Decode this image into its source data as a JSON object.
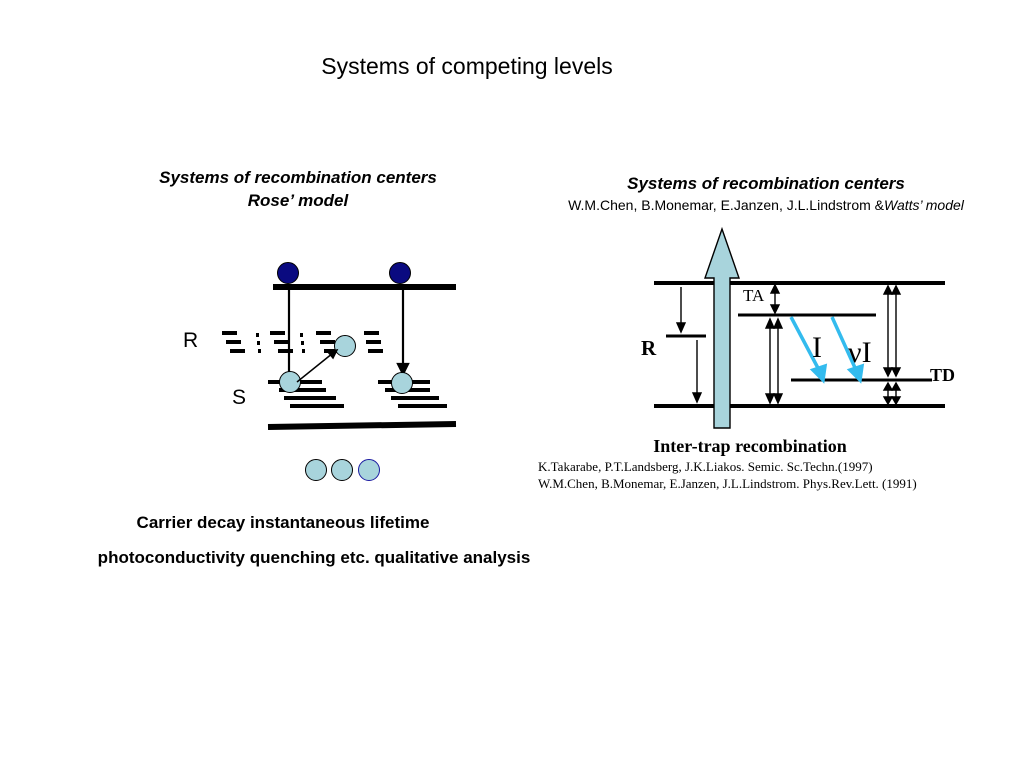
{
  "title": "Systems of competing levels",
  "left_panel": {
    "title_line1": "Systems of recombination centers",
    "title_line2": "Rose’ model",
    "label_R": "R",
    "label_S": "S"
  },
  "right_panel": {
    "title": "Systems of recombination centers",
    "authors": "W.M.Chen, B.Monemar, E.Janzen, J.L.Lindstrom &",
    "authors_model": "Watts’ model",
    "label_R": "R",
    "label_TA": "TA",
    "label_TD": "TD",
    "label_I": "I",
    "label_nu": "ν",
    "label_I2": "I",
    "caption": "Inter-trap recombination",
    "references": [
      "K.Takarabe, P.T.Landsberg, J.K.Liakos. Semic. Sc.Techn.(1997)",
      "W.M.Chen, B.Monemar, E.Janzen, J.L.Lindstrom. Phys.Rev.Lett. (1991)"
    ]
  },
  "bottom": {
    "line1": "Carrier decay instantaneous lifetime",
    "line2": "photoconductivity quenching etc. qualitative analysis"
  },
  "colors": {
    "electron": "#0a0a80",
    "hole": "#a8d4dc",
    "arrow_fill": "#a8d4dc",
    "transition": "#33bbee"
  }
}
